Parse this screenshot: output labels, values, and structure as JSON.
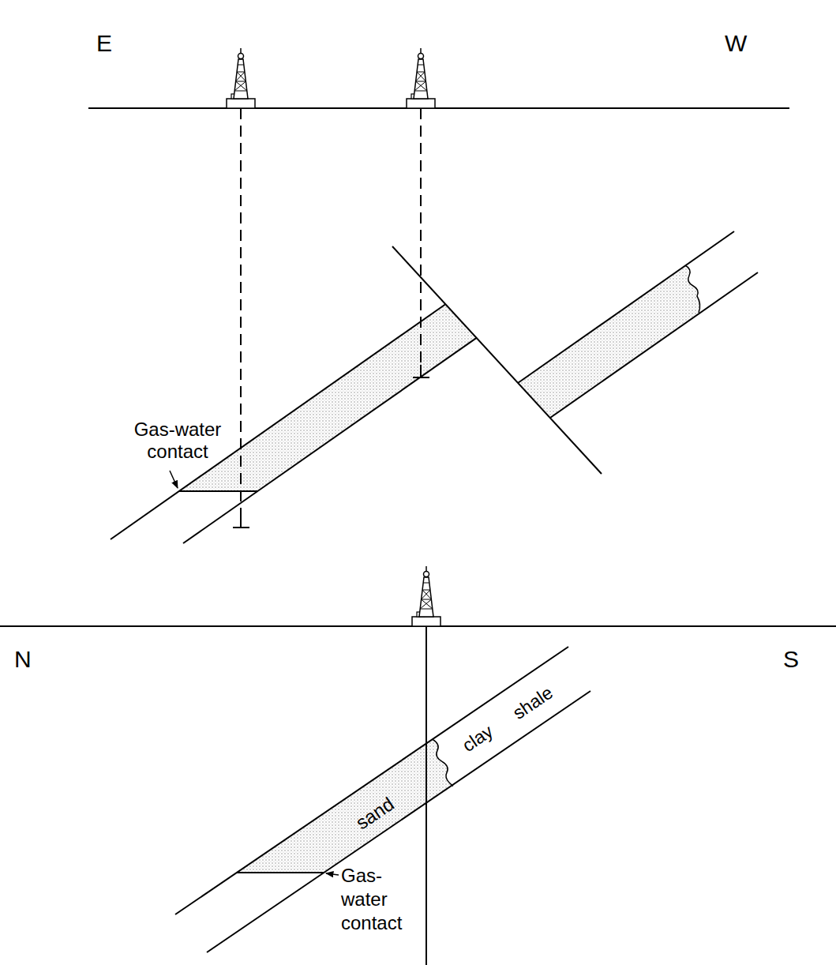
{
  "diagram": {
    "labels": [
      "E",
      "W",
      "Gas-water contact",
      "N",
      "S",
      "clay",
      "shale",
      "sand",
      "Gas-water contact"
    ]
  }
}
